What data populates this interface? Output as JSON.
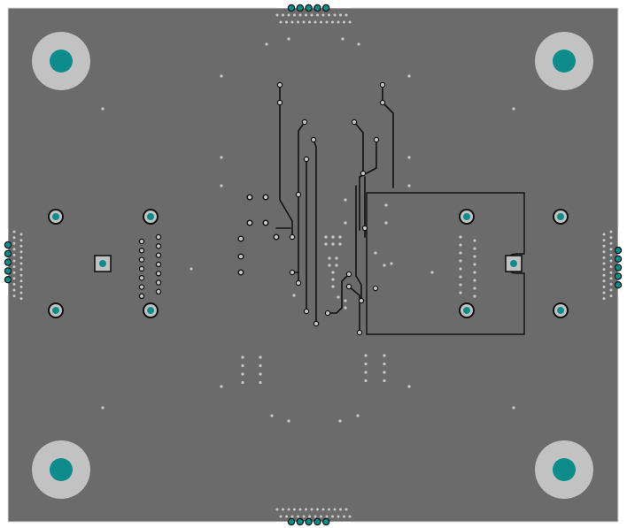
{
  "colors": {
    "background": "#ffffff",
    "board_fill": "#6b6b6b",
    "board_outline": "#d9d9d9",
    "copper_trace": "#111111",
    "pad_ring": "#c2c2c2",
    "pad_center": "#0e8c8c",
    "via_fill": "#c8c8c8",
    "pour_fill": "#6b6b6b",
    "pour_outline": "#111111"
  },
  "board": {
    "mounting_holes": 4,
    "component_pads": 12,
    "edge_connectors": [
      "top",
      "bottom",
      "left",
      "right"
    ],
    "ground_pour": "right-center",
    "visible_text": []
  }
}
